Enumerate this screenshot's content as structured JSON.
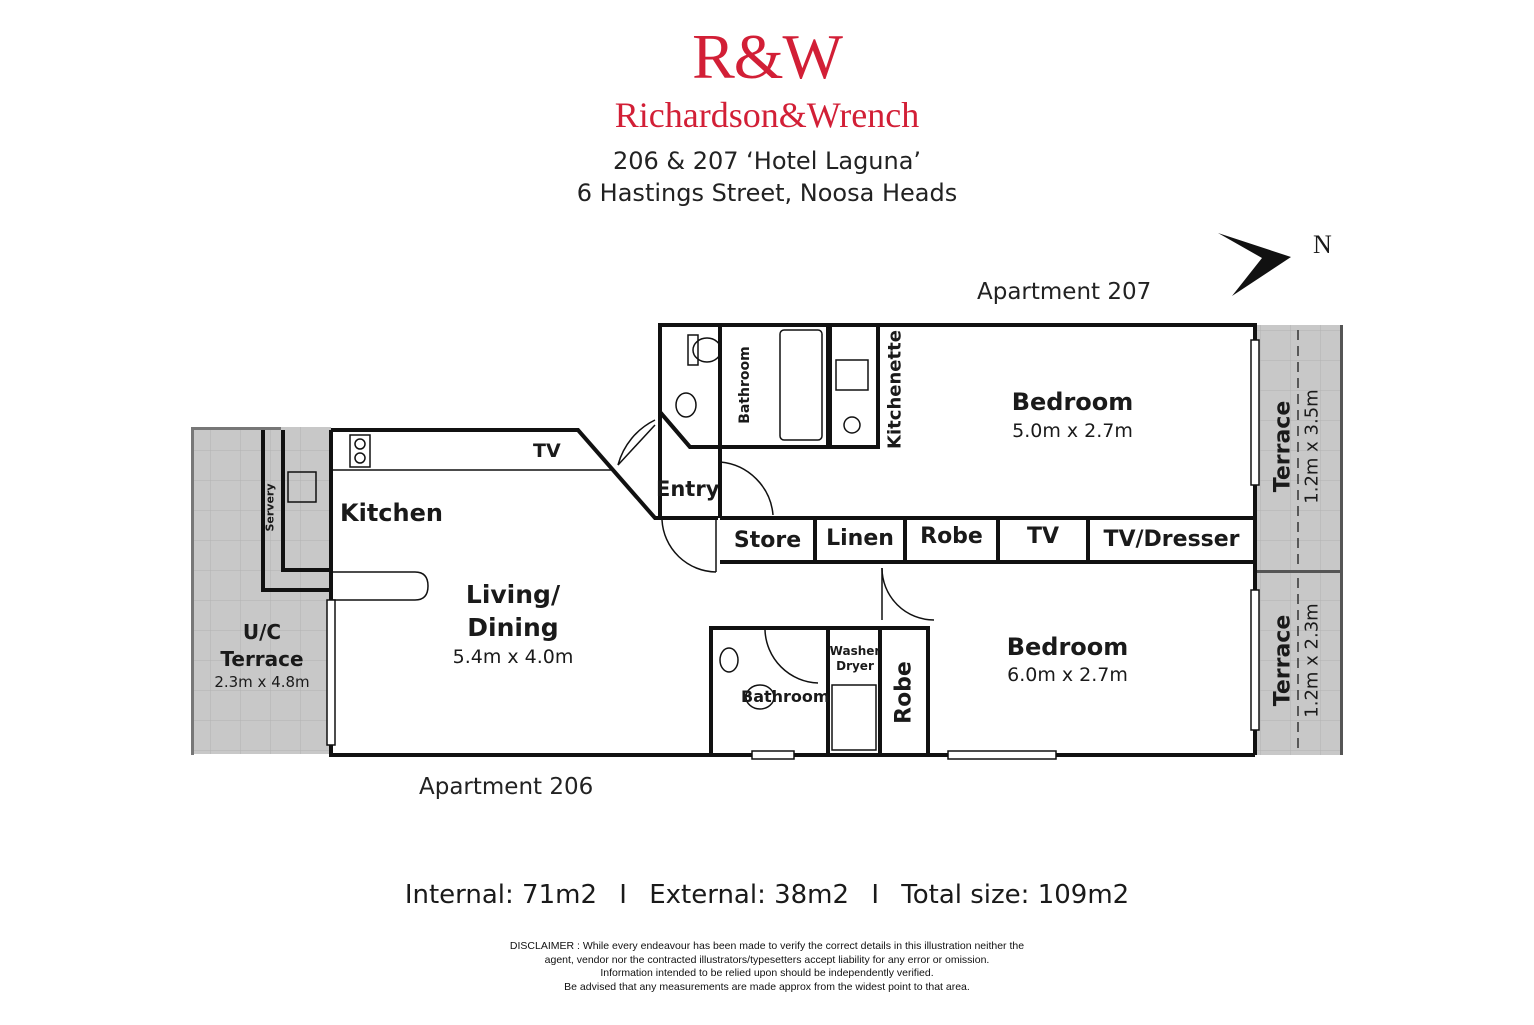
{
  "brand": {
    "mark": "R&W",
    "name": "Richardson&Wrench",
    "color": "#d21f36"
  },
  "address": {
    "line1": "206 & 207 ‘Hotel Laguna’",
    "line2": "6 Hastings Street, Noosa Heads"
  },
  "compass": {
    "label": "N",
    "icon": "north-arrow-icon"
  },
  "apartments": {
    "top": "Apartment 207",
    "bottom": "Apartment 206"
  },
  "rooms": {
    "bedroom_207": {
      "name": "Bedroom",
      "size": "5.0m x 2.7m"
    },
    "bedroom_206": {
      "name": "Bedroom",
      "size": "6.0m x 2.7m"
    },
    "living": {
      "name1": "Living/",
      "name2": "Dining",
      "size": "5.4m x 4.0m"
    },
    "uc_terrace": {
      "name1": "U/C",
      "name2": "Terrace",
      "size": "2.3m x 4.8m"
    },
    "terrace_top": {
      "name": "Terrace",
      "size": "1.2m x 3.5m"
    },
    "terrace_bottom": {
      "name": "Terrace",
      "size": "1.2m x 2.3m"
    },
    "kitchen": "Kitchen",
    "entry": "Entry",
    "store": "Store",
    "linen": "Linen",
    "robe_mid": "Robe",
    "tv_mid": "TV",
    "tv_dresser": "TV/Dresser",
    "tv_kitchen": "TV",
    "servery": "Servery",
    "bathroom_top": "Bathroom",
    "kitchenette": "Kitchenette",
    "bathroom_bottom": "Bathroom",
    "washer1": "Washer",
    "washer2": "Dryer",
    "robe_bottom": "Robe"
  },
  "summary": {
    "internal": "Internal:  71m2",
    "external": "External:  38m2",
    "total": "Total size:  109m2",
    "sep": "I"
  },
  "disclaimer": {
    "line1": "DISCLAIMER : While every endeavour has been made to verify the correct details in this illustration neither the",
    "line2": "agent, vendor nor the contracted illustrators/typesetters accept liability for any error or omission.",
    "line3": "Information intended to be relied upon should be independently verified.",
    "line4": "Be advised that any measurements are made approx from the widest point to that area."
  }
}
